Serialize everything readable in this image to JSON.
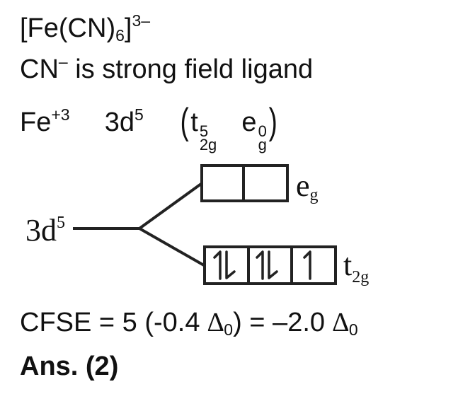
{
  "complex": {
    "formula_main": "[Fe(CN)",
    "formula_sub": "6",
    "formula_close": "]",
    "charge": "3–"
  },
  "ligand_statement": {
    "ligand": "CN",
    "ligand_charge": "–",
    "text": " is strong field ligand"
  },
  "config_line": {
    "ion": "Fe",
    "ion_charge": "+3",
    "config": "3d",
    "config_exp": "5",
    "paren_open": "(",
    "t_symbol": "t",
    "t_exp": "5",
    "t_sub": "2g",
    "e_symbol": "e",
    "e_exp": "0",
    "e_sub": "g",
    "paren_close": ")"
  },
  "diagram": {
    "level_label": "3d",
    "level_exp": "5",
    "eg_label": "e",
    "eg_sub": "g",
    "t2g_label": "t",
    "t2g_sub": "2g",
    "eg_orbitals": [
      "",
      ""
    ],
    "t2g_orbitals": [
      "↿⇂",
      "↿⇂",
      "↿"
    ],
    "line_color": "#222222"
  },
  "cfse": {
    "text": "CFSE = 5 (-0.4 ",
    "delta1": "∆",
    "delta1_sub": "0",
    "mid": ") = –2.0 ",
    "delta2": "∆",
    "delta2_sub": "0"
  },
  "answer": {
    "text": "Ans. (2)"
  }
}
